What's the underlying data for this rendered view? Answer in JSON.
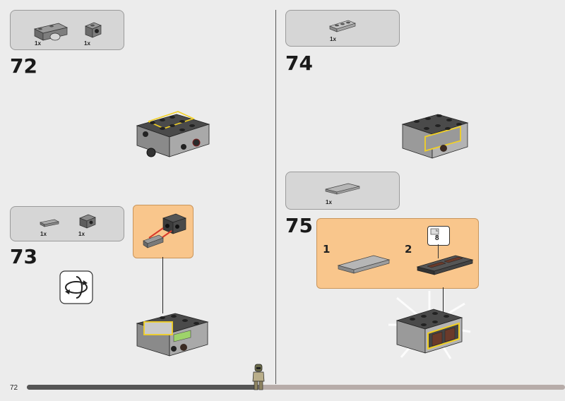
{
  "page_number": "72",
  "progress_fraction": 0.43,
  "steps": {
    "s72": {
      "number": "72",
      "parts": [
        {
          "qty": "1x"
        },
        {
          "qty": "1x"
        }
      ]
    },
    "s73": {
      "number": "73",
      "parts": [
        {
          "qty": "1x"
        },
        {
          "qty": "1x"
        }
      ]
    },
    "s74": {
      "number": "74",
      "parts": [
        {
          "qty": "1x"
        }
      ]
    },
    "s75": {
      "number": "75",
      "parts": [
        {
          "qty": "1x"
        }
      ],
      "substeps": [
        "1",
        "2"
      ],
      "sticker_number": "8"
    }
  },
  "icons": {
    "rotate": "rotate-model-icon",
    "minifig": "minifigure-progress-icon"
  },
  "colors": {
    "callout": "#f9c68c",
    "panel": "#d6d6d6",
    "highlight": "#f2d024",
    "arrow": "#d93a2b"
  }
}
